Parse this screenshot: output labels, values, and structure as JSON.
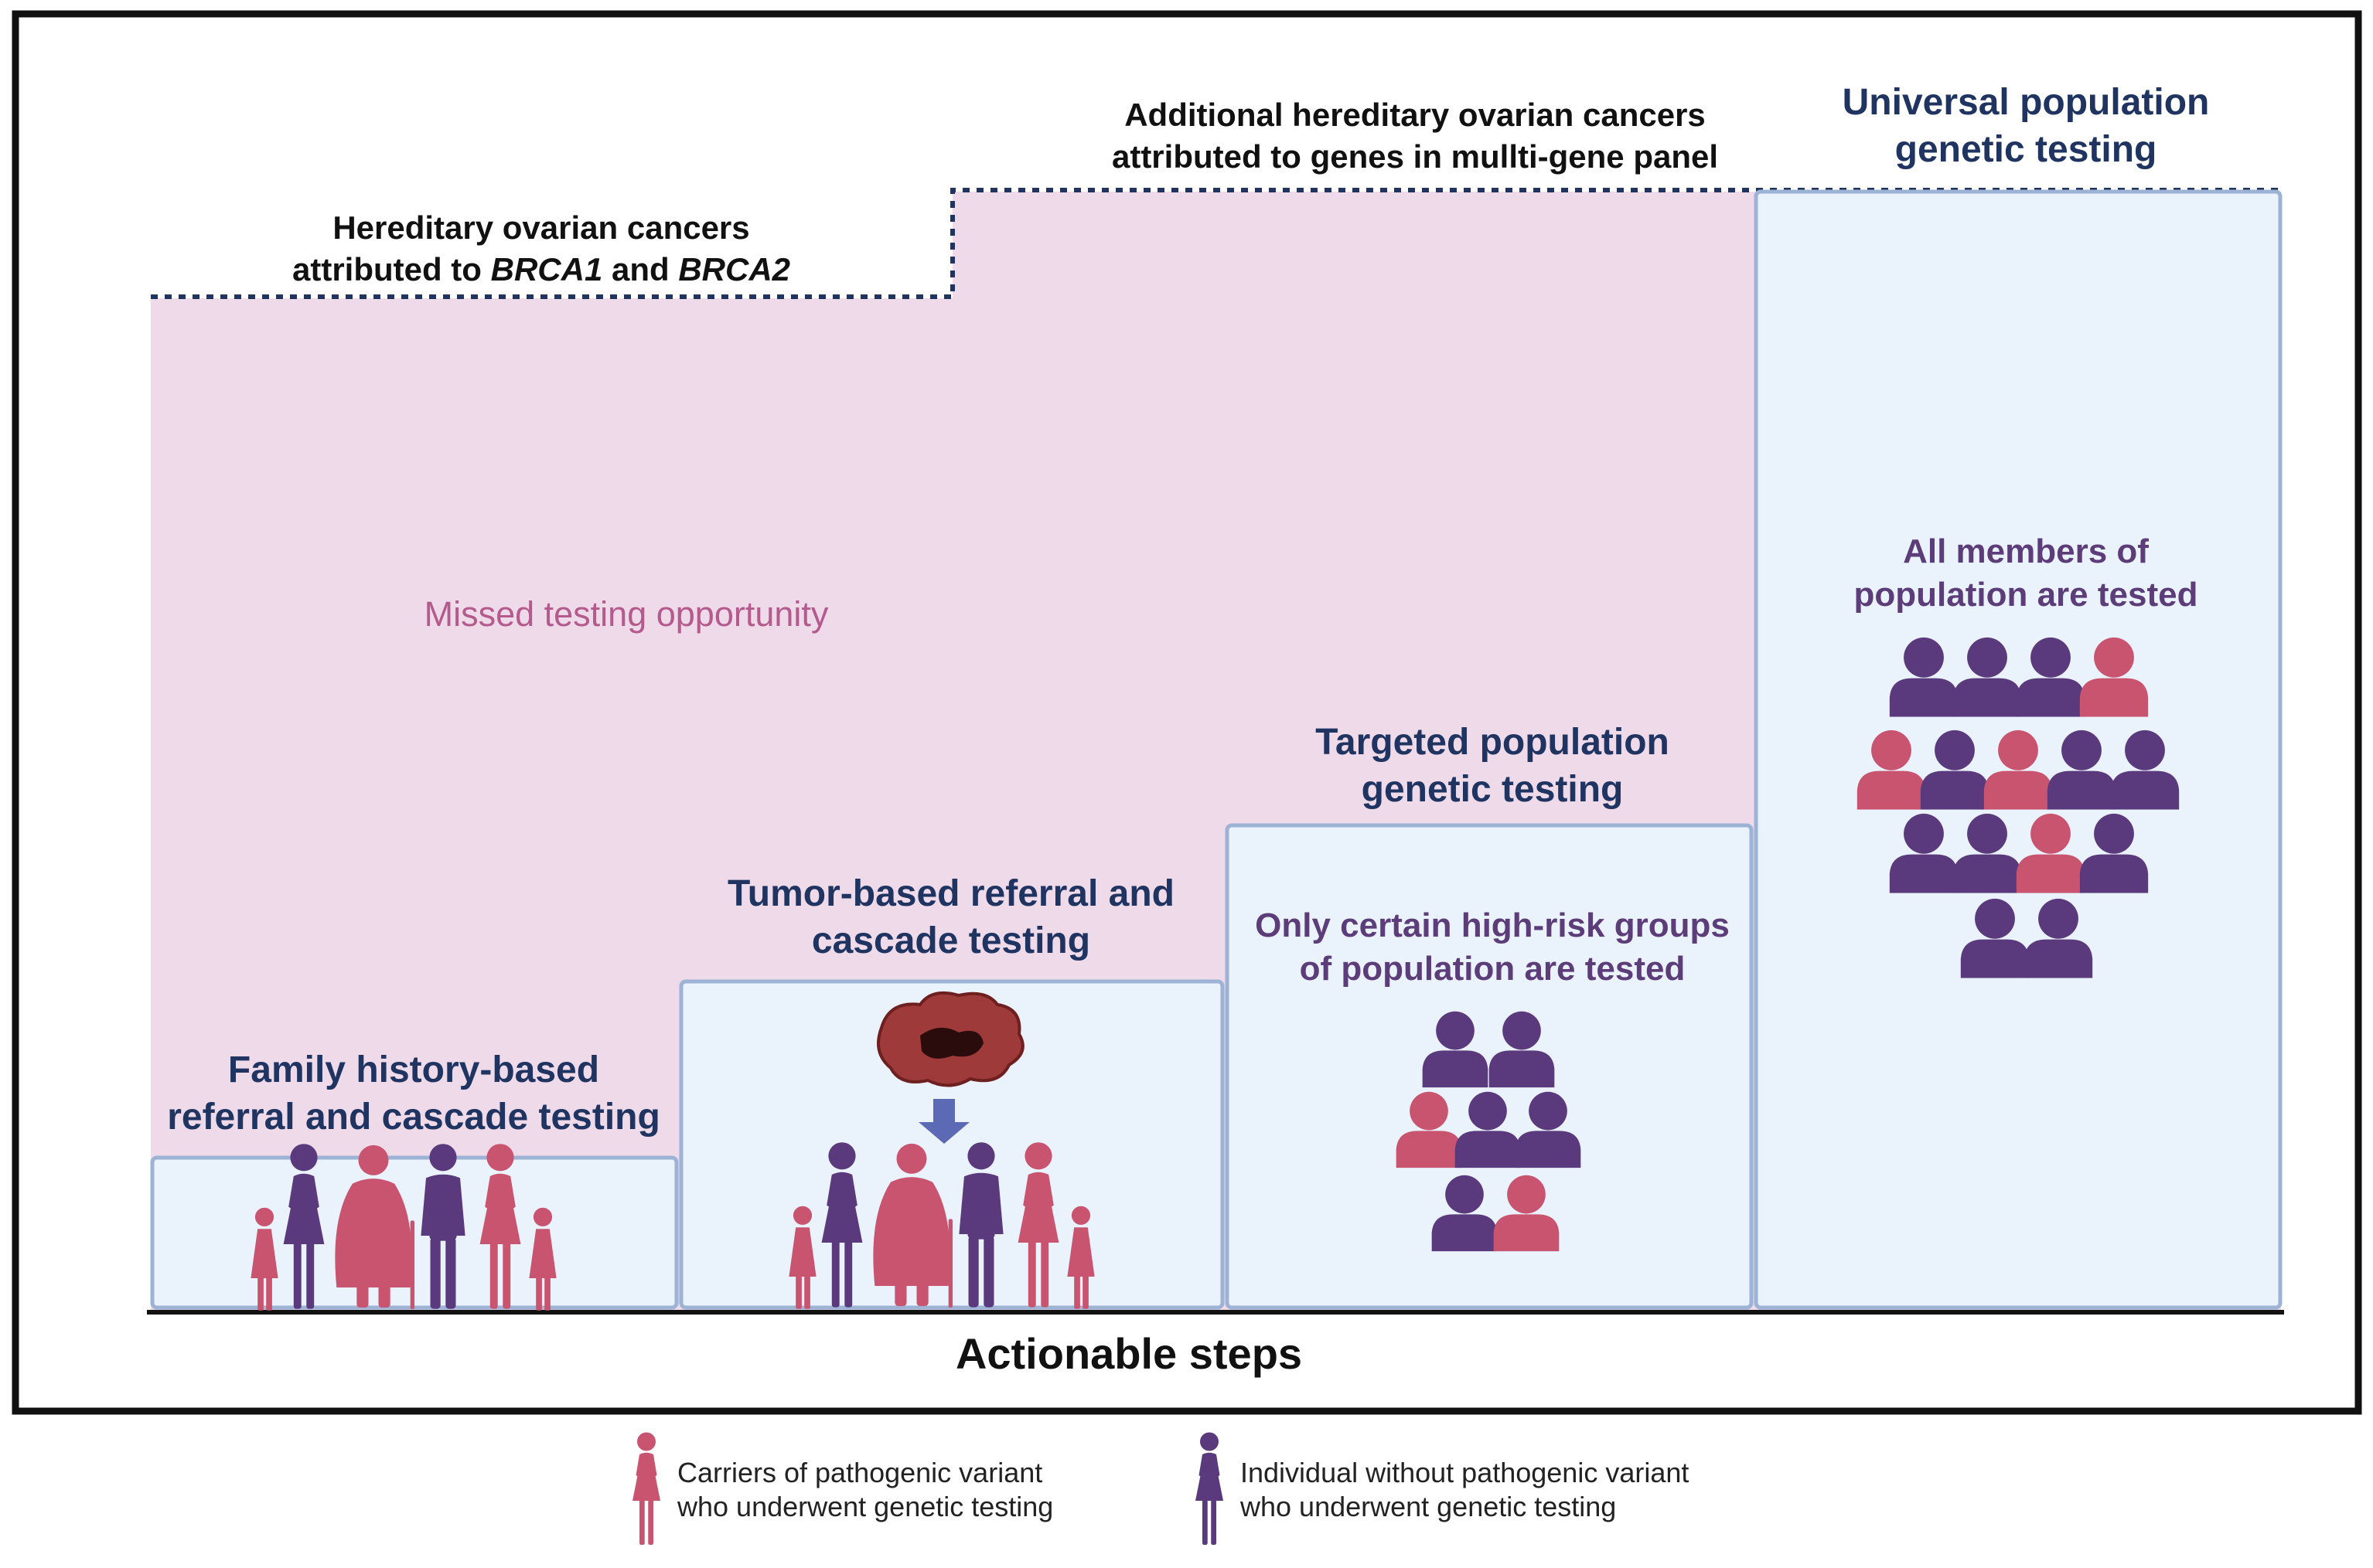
{
  "colors": {
    "carrier": "#c9546f",
    "non_carrier": "#5a3a7c",
    "missed_fill": "#efdaea",
    "box_fill": "#eaf2fb",
    "box_stroke": "#9db3d6",
    "dotted": "#1f3461",
    "navy_text": "#1f3461",
    "purple_text": "#5c3d7a",
    "arrow": "#5c6ab5"
  },
  "top_labels": {
    "brca": [
      "Hereditary ovarian cancers",
      "attributed to ",
      "BRCA1",
      " and ",
      "BRCA2"
    ],
    "multigene": [
      "Additional hereditary ovarian cancers",
      "attributed to genes in mullti-gene panel"
    ]
  },
  "missed_label": "Missed testing opportunity",
  "steps": [
    {
      "title": [
        "Family history-based",
        "referral and cascade testing"
      ],
      "icon": "family-icon"
    },
    {
      "title": [
        "Tumor-based referral and",
        "cascade testing"
      ],
      "icon": "tumor-icon"
    },
    {
      "title": [
        "Targeted population",
        "genetic testing"
      ],
      "desc": [
        "Only certain high-risk groups",
        "of population are tested"
      ],
      "icon": "group-icon"
    },
    {
      "title": [
        "Universal population",
        "genetic testing"
      ],
      "desc": [
        "All members of",
        "population are tested"
      ],
      "icon": "population-icon"
    }
  ],
  "axis_label": "Actionable steps",
  "legend": [
    {
      "lines": [
        "Carriers of pathogenic variant",
        "who underwent genetic testing"
      ],
      "icon": "carrier-woman-icon"
    },
    {
      "lines": [
        "Individual without pathogenic variant",
        "who underwent genetic testing"
      ],
      "icon": "non-carrier-woman-icon"
    }
  ]
}
